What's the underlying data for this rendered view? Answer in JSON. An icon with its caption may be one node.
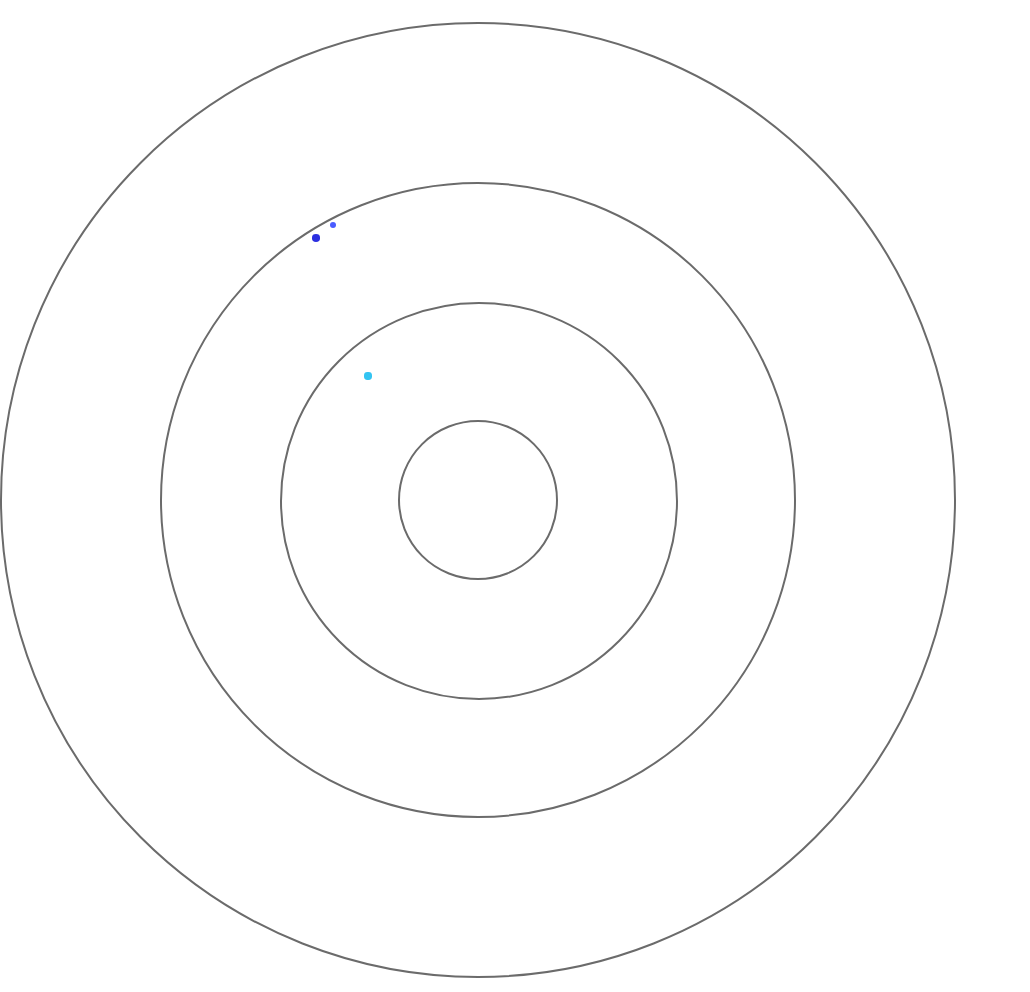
{
  "diagram": {
    "nodes": [
      {
        "text": [],
        "shape": "circle"
      },
      {
        "text": [],
        "shape": "circle",
        "in": 0
      },
      {
        "text": [],
        "shape": "circle",
        "in": 1
      },
      {
        "text": [],
        "shape": "circle",
        "in": 2
      },
      {
        "text": [],
        "shape": "dot",
        "in": 1
      },
      {
        "text": [],
        "shape": "dot",
        "in": 1
      },
      {
        "text": [],
        "shape": "dot",
        "in": 2
      }
    ]
  }
}
